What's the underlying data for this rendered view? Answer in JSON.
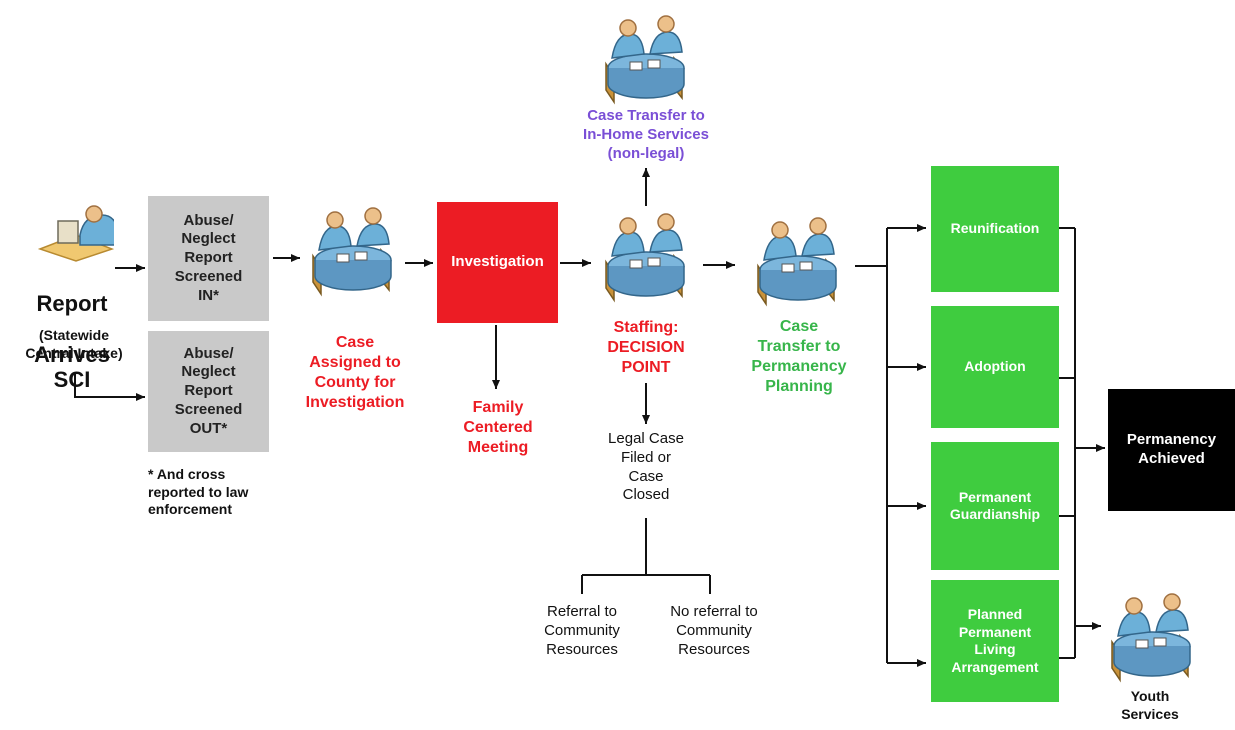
{
  "colors": {
    "red": "#ec1c24",
    "green_text": "#37b54a",
    "green_box": "#3fcc3f",
    "purple": "#7a4fd6",
    "gray_box": "#c9c9c9",
    "black_box": "#000000",
    "line": "#111111"
  },
  "start": {
    "title_line1": "Report",
    "title_line2": "Arrives SCI",
    "subtitle": "(Statewide\nCentral Intake)"
  },
  "screen_in": "Abuse/\nNeglect\nReport\nScreened\nIN*",
  "screen_out": "Abuse/\nNeglect\nReport\nScreened\nOUT*",
  "footnote": "* And cross\nreported to law\nenforcement",
  "case_assigned": "Case\nAssigned to\nCounty for\nInvestigation",
  "investigation": "Investigation",
  "family_meeting": "Family\nCentered\nMeeting",
  "in_home": "Case Transfer to\nIn-Home Services\n(non-legal)",
  "staffing": "Staffing:\nDECISION\nPOINT",
  "legal_case": "Legal Case\nFiled or\nCase\nClosed",
  "referral": "Referral to\nCommunity\nResources",
  "no_referral": "No referral to\nCommunity\nResources",
  "permanency_planning": "Case\nTransfer to\nPermanency\nPlanning",
  "outcomes": {
    "reunification": "Reunification",
    "adoption": "Adoption",
    "guardianship": "Permanent\nGuardianship",
    "living": "Planned\nPermanent\nLiving\nArrangement"
  },
  "permanency_achieved": "Permanency\nAchieved",
  "youth_services": "Youth\nServices"
}
